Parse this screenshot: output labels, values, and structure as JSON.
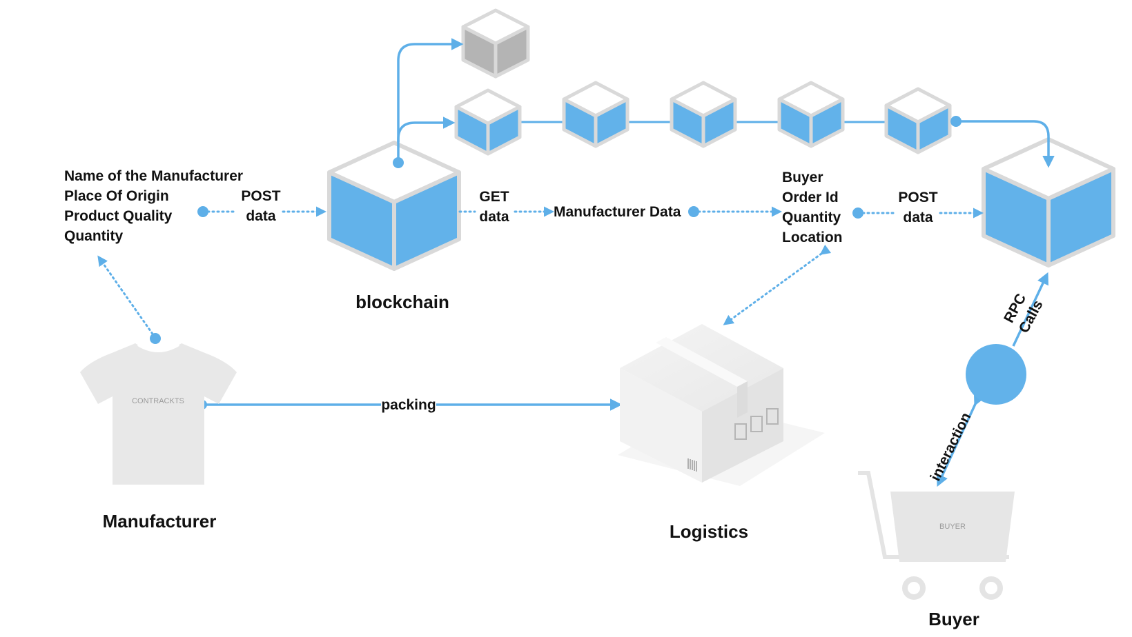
{
  "colors": {
    "block_blue": "#62b2ea",
    "cube_gray": "#b4b4b4",
    "cube_edge": "#d9d9d9",
    "line_blue": "#5eafe8",
    "object_gray": "#e6e6e6"
  },
  "actors": {
    "manufacturer": "Manufacturer",
    "blockchain": "blockchain",
    "logistics": "Logistics",
    "buyer": "Buyer"
  },
  "product_fields": [
    "Name of the Manufacturer",
    "Place Of Origin",
    "Product Quality",
    "Quantity"
  ],
  "post_label_1": [
    "POST",
    "data"
  ],
  "get_label": [
    "GET",
    "data"
  ],
  "manufacturer_data": "Manufacturer Data",
  "buyer_fields": [
    "Buyer",
    "Order Id",
    "Quantity",
    "Location"
  ],
  "post_label_2": [
    "POST",
    "data"
  ],
  "packing_label": "packing",
  "rpc_label": [
    "RPC",
    "Calls"
  ],
  "interaction_label": "interaction",
  "shirt_text": "CONTRACKTS",
  "cart_text": "BUYER",
  "icons": {
    "shirt": "tshirt-icon",
    "box": "package-box-icon",
    "cart": "shopping-cart-icon",
    "wallet": "circle-node-icon"
  }
}
